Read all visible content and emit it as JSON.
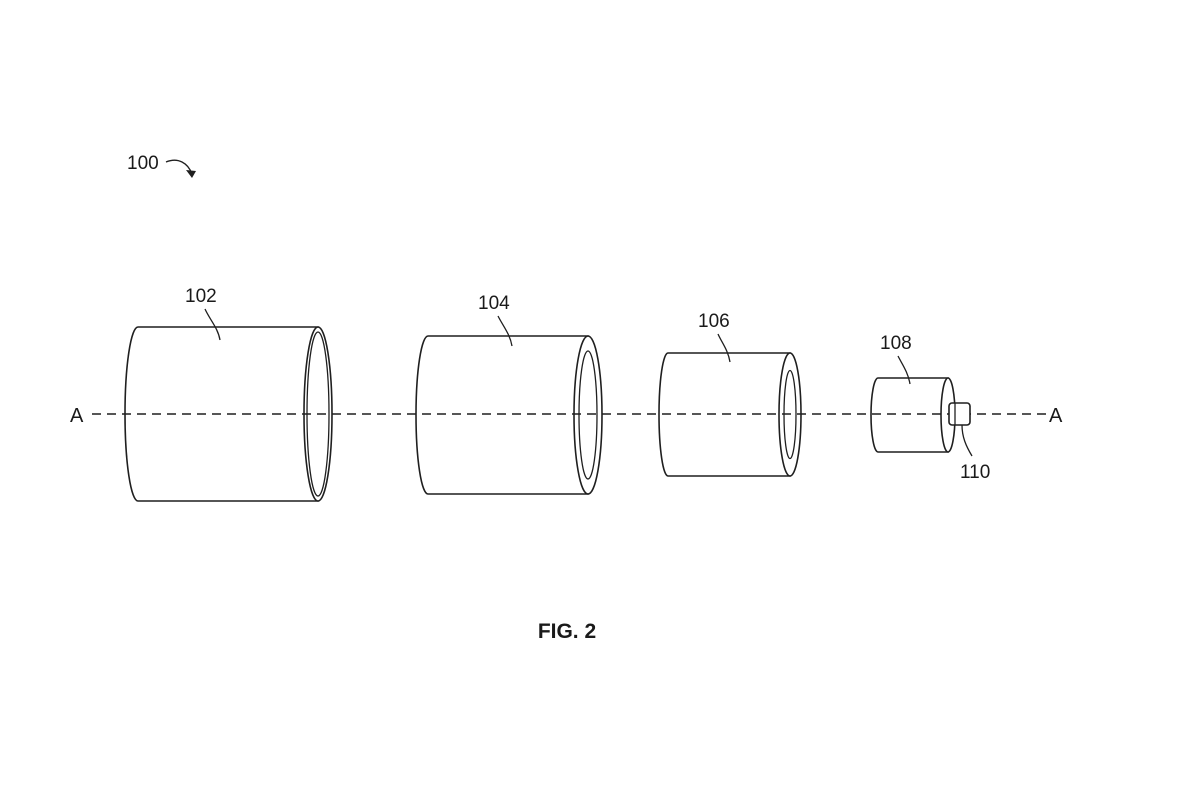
{
  "figure": {
    "assembly_ref": "100",
    "axis_label_left": "A",
    "axis_label_right": "A",
    "caption": "FIG. 2"
  },
  "components": [
    {
      "ref": "102"
    },
    {
      "ref": "104"
    },
    {
      "ref": "106"
    },
    {
      "ref": "108"
    },
    {
      "ref": "110"
    }
  ],
  "colors": {
    "line": "#1f1f1f",
    "background": "#ffffff"
  }
}
